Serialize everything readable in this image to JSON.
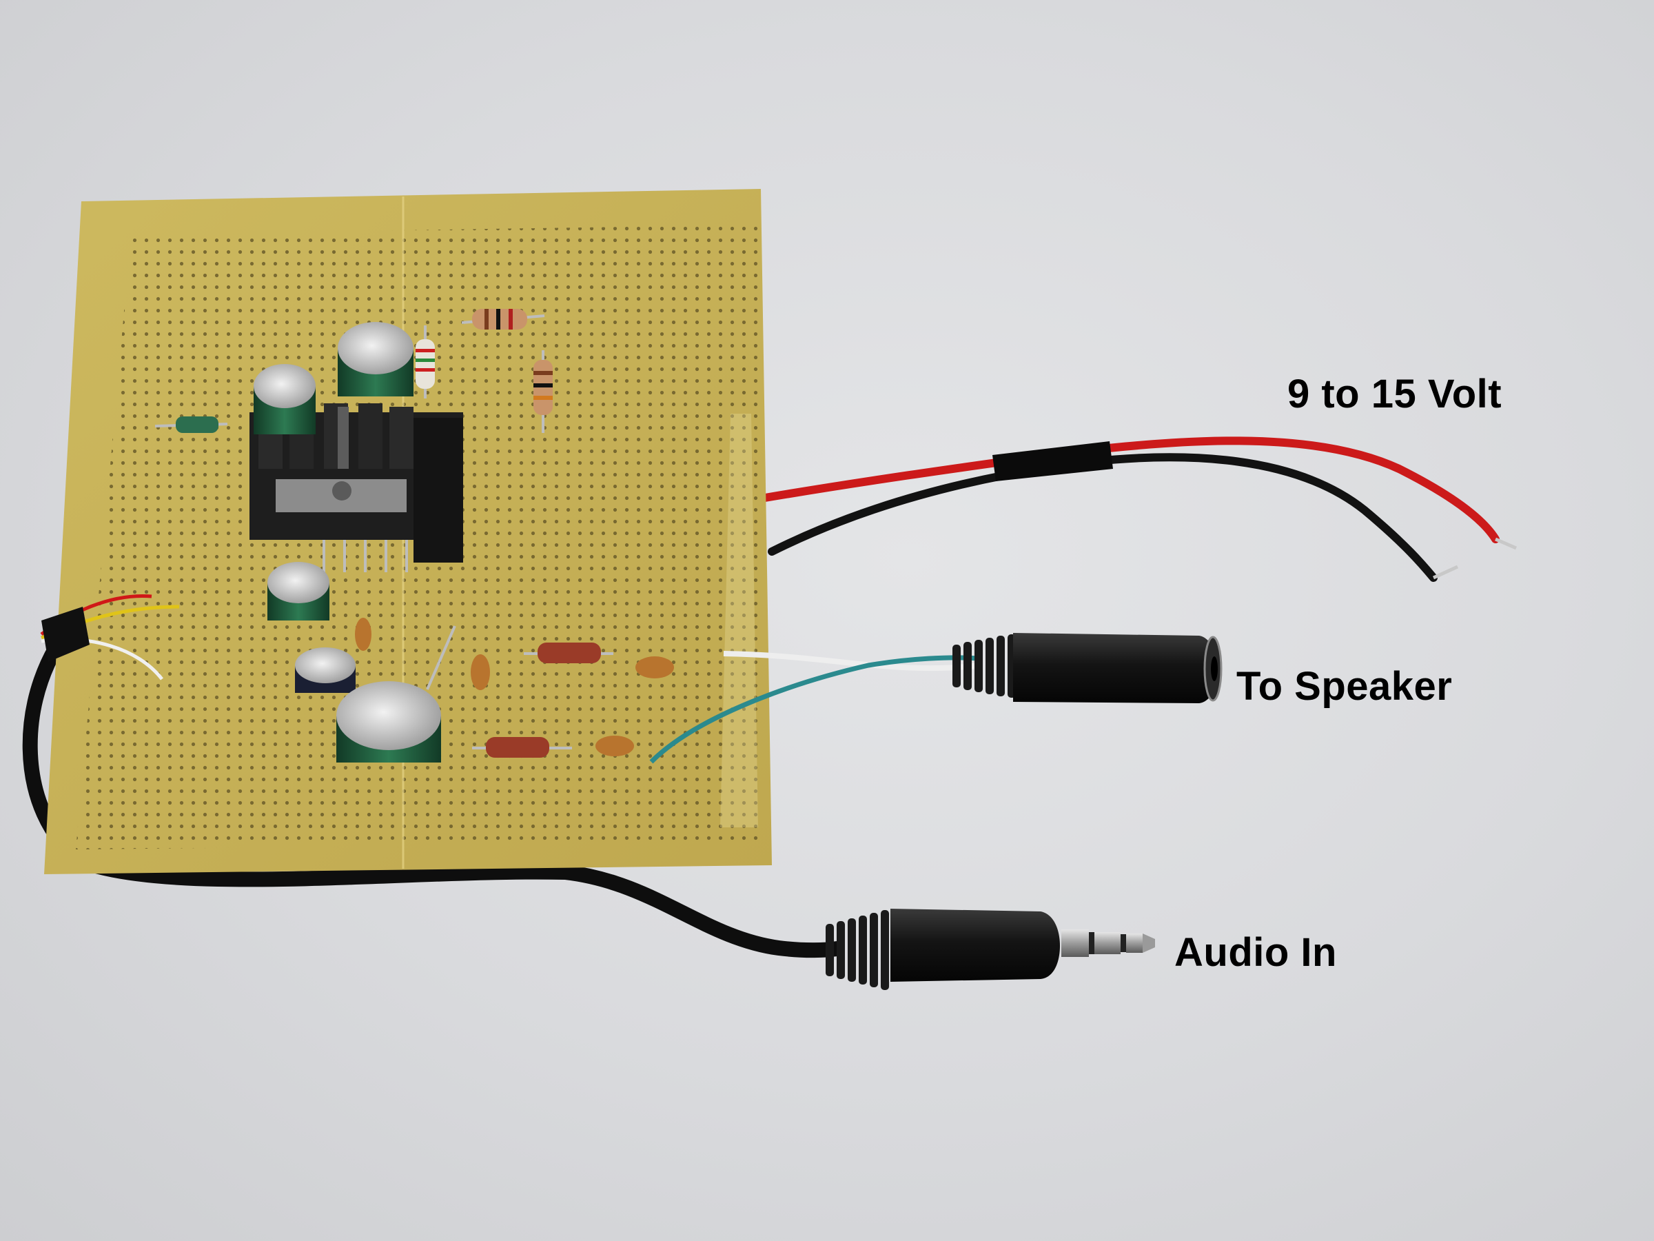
{
  "photo": {
    "subject": "audio amplifier",
    "labels": {
      "power": "9 to 15 Volt",
      "speaker": "To Speaker",
      "audio_in": "Audio In"
    },
    "colors": {
      "background": "#dcdde0",
      "board": "#c9b45a",
      "board_hole": "#6b5d2a",
      "wire_red": "#d01818",
      "wire_black": "#111111",
      "heatsink": "#1c1c1c",
      "capacitor": "#1f5a3a",
      "resistor": "#b87a4a",
      "ceramic_cap": "#b8742e"
    }
  }
}
